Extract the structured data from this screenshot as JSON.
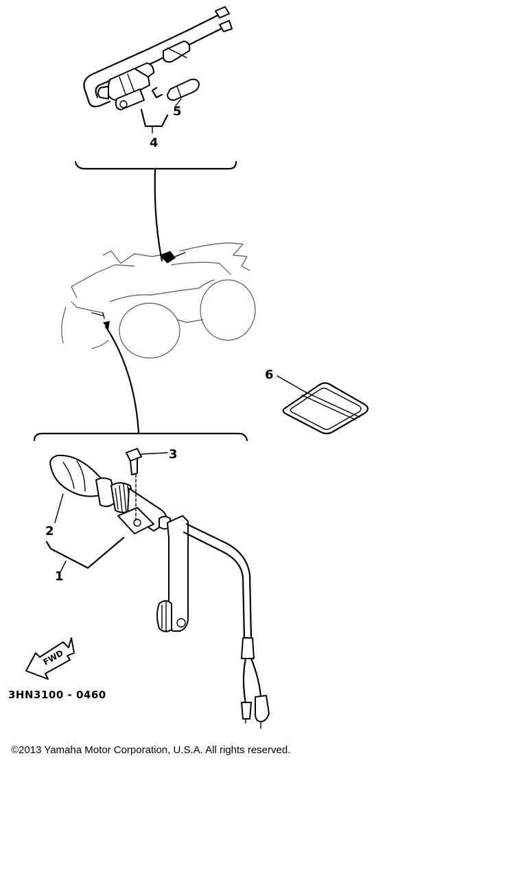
{
  "callouts": {
    "c1": "1",
    "c2": "2",
    "c3": "3",
    "c4": "4",
    "c5": "5",
    "c6": "6"
  },
  "direction_arrow": "FWD",
  "diagram_code": "3HN3100 - 0460",
  "copyright": "©2013 Yamaha Motor Corporation, U.S.A. All rights reserved."
}
